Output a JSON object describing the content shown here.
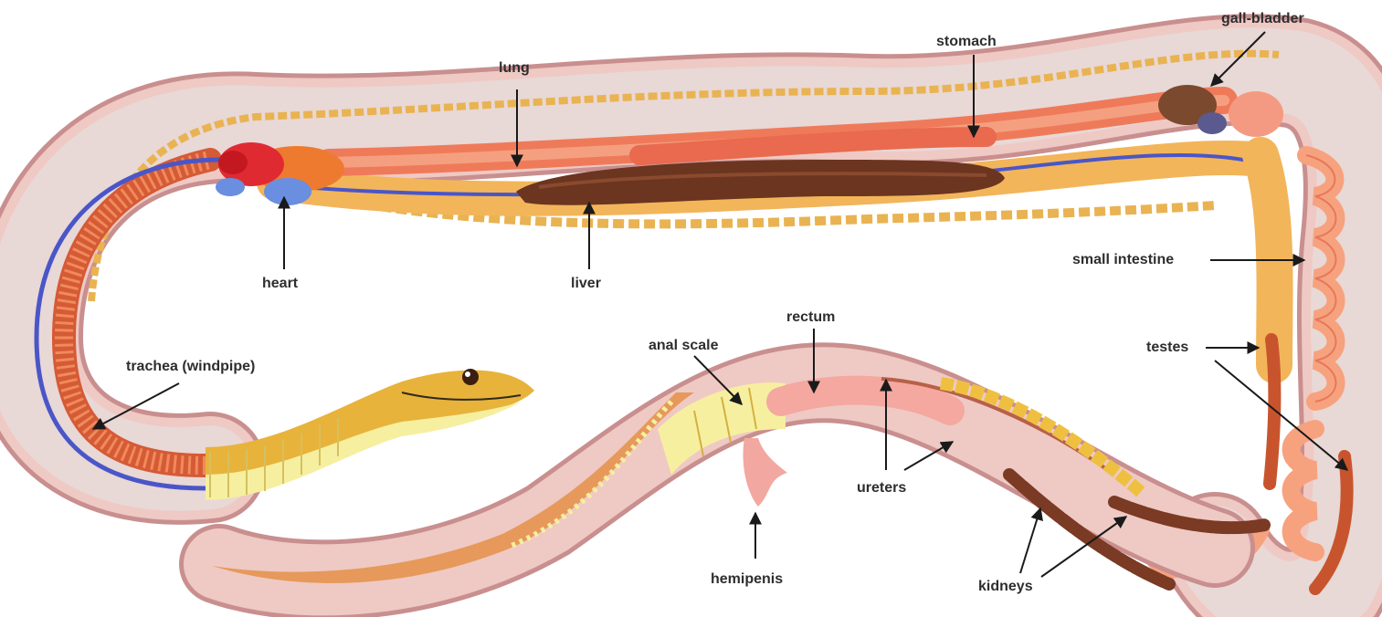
{
  "diagram": {
    "labels": {
      "lung": "lung",
      "stomach": "stomach",
      "gall_bladder": "gall-bladder",
      "heart": "heart",
      "liver": "liver",
      "small_intestine": "small intestine",
      "trachea": "trachea (windpipe)",
      "rectum": "rectum",
      "anal_scale": "anal scale",
      "testes": "testes",
      "ureters": "ureters",
      "hemipenis": "hemipenis",
      "kidneys": "kidneys"
    },
    "colors": {
      "skin_outline": "#c98f8f",
      "body_wall": "#efc9c4",
      "muscle": "#e88a6a",
      "belly_scales": "#f6efa0",
      "head_scales": "#e8b33a",
      "heart": "#e02a32",
      "vein": "#4a56c8",
      "liver": "#6b3520",
      "fat": "#f2b55a",
      "intestine": "#f7a27e",
      "kidney": "#7a3a24",
      "gall_bladder": "#7b4a2e",
      "label_text": "#2e2e2e",
      "arrow": "#1a1a1a"
    }
  }
}
